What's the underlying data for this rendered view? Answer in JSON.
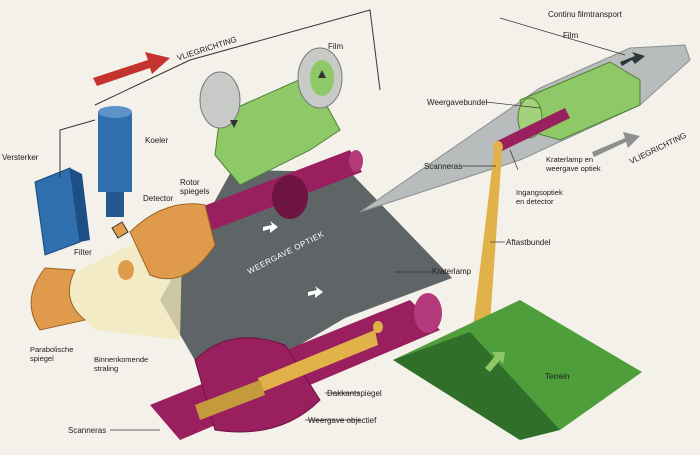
{
  "labels": {
    "continu_filmtransport": "Continu filmtransport",
    "film_top_right": "Film",
    "weergavebundel": "Weergavebundel",
    "scanneras_right": "Scanneras",
    "kraterlamp_weergave": "Kraterlamp en\nweergave optiek",
    "ingangsoptiek": "Ingangsoptiek\nen detector",
    "aftastbundel": "Aftastbundel",
    "vliegrichting_right": "VLIEGRICHTING",
    "vliegrichting_left": "VLIEGRICHTING",
    "film_center": "Film",
    "versterker": "Versterker",
    "koeler": "Koeler",
    "detector": "Detector",
    "rotor_spiegels": "Rotor\nspiegels",
    "filter": "Filter",
    "weergave_optiek": "WEERGAVE OPTIEK",
    "kraterlamp": "Kraterlamp",
    "parabolische_spiegel": "Parabolische\nspiegel",
    "binnenkomende_straling": "Binnenkomende\nstraling",
    "terrein": "Terrein",
    "dakkantspiegel": "Dakkantspiegel",
    "weergave_objectief": "Weergave objectief",
    "scanneras_bottom": "Scanneras"
  },
  "colors": {
    "background": "#f3f1e9",
    "magenta": "#9a1f5e",
    "magenta_dark": "#6e1442",
    "green_film": "#8fc866",
    "terrain_green": "#4f9e3c",
    "terrain_dark": "#2f6f2a",
    "orange_mirror": "#e09a4c",
    "blue_box": "#2f6fae",
    "gray_cone": "#5f6566",
    "plane_gray": "#b9bcbd",
    "arrow_red": "#c5332f",
    "beam_yellow": "#e2b24a"
  }
}
